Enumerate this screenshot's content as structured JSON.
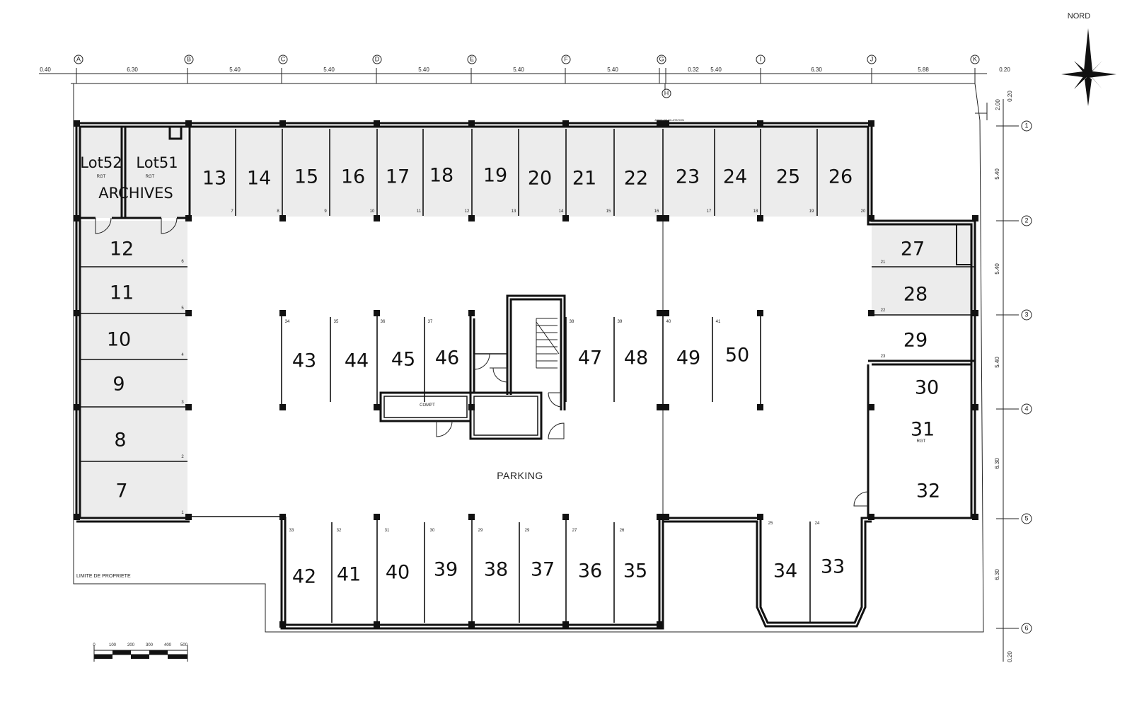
{
  "compass": {
    "label": "NORD"
  },
  "grid_letters": [
    "A",
    "B",
    "C",
    "D",
    "E",
    "F",
    "G",
    "H",
    "I",
    "J",
    "K"
  ],
  "grid_numbers": [
    "1",
    "2",
    "3",
    "4",
    "5",
    "6"
  ],
  "top_dimensions": [
    "0.40",
    "6.30",
    "5.40",
    "5.40",
    "5.40",
    "5.40",
    "5.40",
    "0.32",
    "5.40",
    "6.30",
    "5.88",
    "0.20"
  ],
  "right_dimensions": [
    "2.00",
    "0.20",
    "5.40",
    "5.40",
    "5.40",
    "6.30",
    "6.30",
    "0.20"
  ],
  "labels": {
    "parking": "PARKING",
    "archives": "ARCHIVES",
    "lot52": "Lot52",
    "lot51": "Lot51",
    "rgt": "RGT",
    "compt": "COMPT",
    "limite": "LIMITE DE PROPRIETE",
    "joint": "JOINT DE DILATATION"
  },
  "spaces": {
    "top_row": [
      "13",
      "14",
      "15",
      "16",
      "17",
      "18",
      "19",
      "20",
      "21",
      "22",
      "23",
      "24",
      "25",
      "26"
    ],
    "left_column": [
      "12",
      "11",
      "10",
      "9",
      "8",
      "7"
    ],
    "right_column": [
      "27",
      "28",
      "29",
      "30",
      "31",
      "32"
    ],
    "center_row": [
      "43",
      "44",
      "45",
      "46",
      "47",
      "48",
      "49",
      "50"
    ],
    "bottom_row": [
      "42",
      "41",
      "40",
      "39",
      "38",
      "37",
      "36",
      "35"
    ],
    "bottom_right": [
      "34",
      "33"
    ]
  },
  "small_numbers": {
    "top": [
      "7",
      "8",
      "9",
      "10",
      "11",
      "12",
      "13",
      "14",
      "15",
      "16",
      "17",
      "18",
      "19",
      "20"
    ],
    "left": [
      "6",
      "5",
      "4",
      "3",
      "2",
      "1"
    ],
    "right": [
      "21",
      "22",
      "23"
    ],
    "center": [
      "34",
      "35",
      "36",
      "37",
      "38",
      "39",
      "40",
      "41"
    ],
    "bottom": [
      "33",
      "32",
      "31",
      "30",
      "29",
      "29",
      "27",
      "26",
      "25",
      "24"
    ]
  },
  "scale_bar": {
    "ticks": [
      "0",
      "100",
      "200",
      "300",
      "400",
      "500"
    ]
  }
}
